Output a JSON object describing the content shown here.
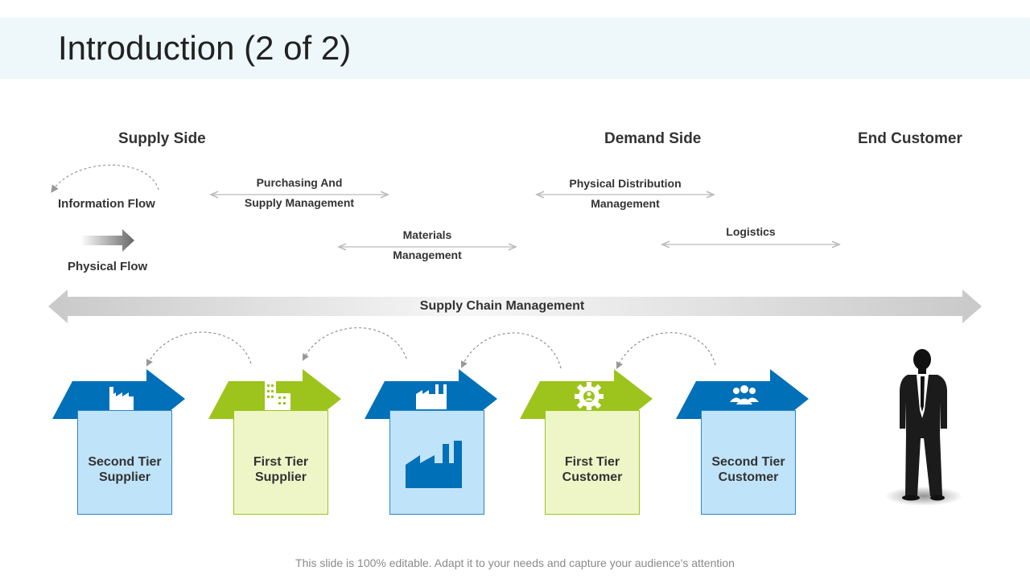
{
  "slide": {
    "title": "Introduction (2 of 2)",
    "footer": "This slide is 100% editable. Adapt it to your needs and capture your audience's attention"
  },
  "headings": {
    "supply_side": "Supply Side",
    "demand_side": "Demand Side",
    "end_customer": "End Customer"
  },
  "legend": {
    "information_flow": "Information Flow",
    "physical_flow": "Physical Flow"
  },
  "processes": {
    "purchasing_line1": "Purchasing And",
    "purchasing_line2": "Supply Management",
    "materials_line1": "Materials",
    "materials_line2": "Management",
    "distribution_line1": "Physical Distribution",
    "distribution_line2": "Management",
    "logistics": "Logistics"
  },
  "band": {
    "label": "Supply Chain Management"
  },
  "stages": [
    {
      "line1": "Second Tier",
      "line2": "Supplier",
      "icon": "factory-icon"
    },
    {
      "line1": "First Tier",
      "line2": "Supplier",
      "icon": "building-icon"
    },
    {
      "line1": "",
      "line2": "",
      "icon": "factory-icon"
    },
    {
      "line1": "First Tier",
      "line2": "Customer",
      "icon": "gear-icon"
    },
    {
      "line1": "Second Tier",
      "line2": "Customer",
      "icon": "people-icon"
    }
  ],
  "colors": {
    "blue": "#0070b8",
    "green": "#9dc41c",
    "blue_box": "#bfe3f8",
    "green_box": "#eef6c8",
    "title_bar": "#eef7fa"
  }
}
